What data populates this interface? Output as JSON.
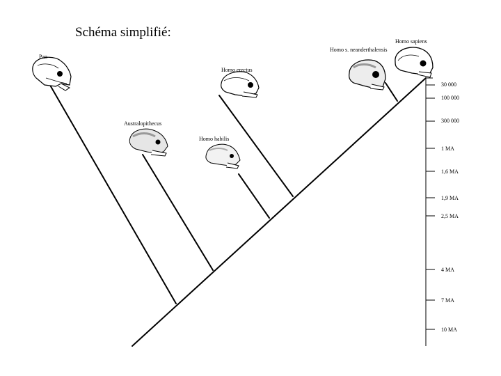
{
  "title": "Schéma simplifié:",
  "species": [
    {
      "id": "pan",
      "label": "Pan"
    },
    {
      "id": "australopithecus",
      "label": "Australopithecus"
    },
    {
      "id": "homo-habilis",
      "label": "Homo habilis"
    },
    {
      "id": "homo-erectus",
      "label": "Homo erectus"
    },
    {
      "id": "homo-neanderthalensis",
      "label": "Homo s. neanderthalensis"
    },
    {
      "id": "homo-sapiens",
      "label": "Homo sapiens"
    }
  ],
  "timescale": [
    {
      "label": "30 000"
    },
    {
      "label": "100 000"
    },
    {
      "label": "300 000"
    },
    {
      "label": "1 MA"
    },
    {
      "label": "1,6 MA"
    },
    {
      "label": "1,9 MA"
    },
    {
      "label": "2,5 MA"
    },
    {
      "label": "4 MA"
    },
    {
      "label": "7 MA"
    },
    {
      "label": "10 MA"
    }
  ]
}
